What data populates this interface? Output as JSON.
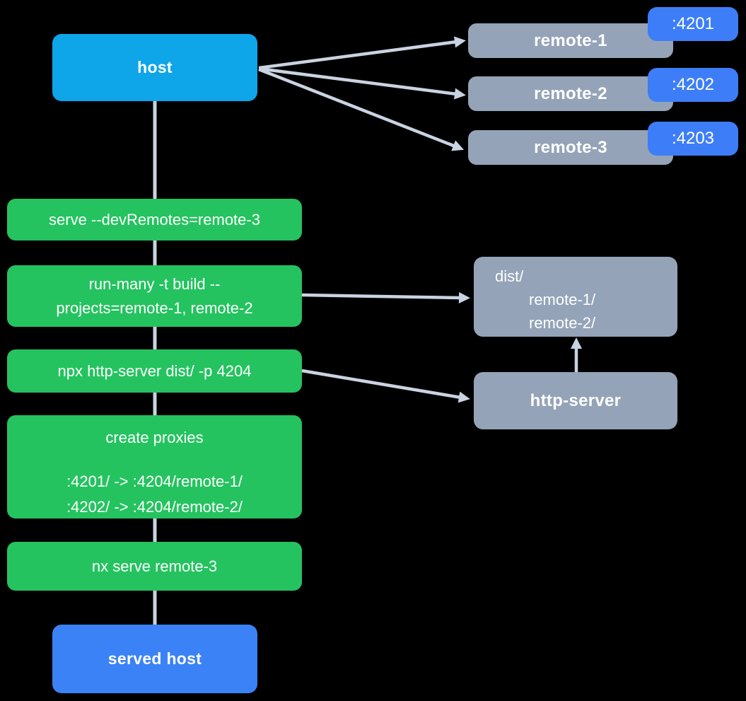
{
  "colors": {
    "background": "#000000",
    "host": "#0ea5e9",
    "remote": "#94a3b8",
    "port": "#3d7ef8",
    "command": "#24c35f",
    "served_host": "#3b82f6",
    "arrow": "#c9d3e1",
    "text": "#ffffff"
  },
  "diagram": {
    "host": {
      "label": "host"
    },
    "remotes": [
      {
        "label": "remote-1",
        "port": ":4201"
      },
      {
        "label": "remote-2",
        "port": ":4202"
      },
      {
        "label": "remote-3",
        "port": ":4203"
      }
    ],
    "steps": [
      {
        "lines": [
          "serve --devRemotes=remote-3"
        ]
      },
      {
        "lines": [
          "run-many -t build --",
          "projects=remote-1, remote-2"
        ]
      },
      {
        "lines": [
          "npx http-server dist/ -p 4204"
        ]
      },
      {
        "lines": [
          "create proxies",
          "",
          ":4201/ -> :4204/remote-1/",
          ":4202/ -> :4204/remote-2/"
        ]
      },
      {
        "lines": [
          "nx serve remote-3"
        ]
      }
    ],
    "dist_folder": {
      "lines": [
        "dist/",
        "remote-1/",
        "remote-2/"
      ]
    },
    "http_server": {
      "label": "http-server"
    },
    "served_host": {
      "label": "served host"
    }
  }
}
